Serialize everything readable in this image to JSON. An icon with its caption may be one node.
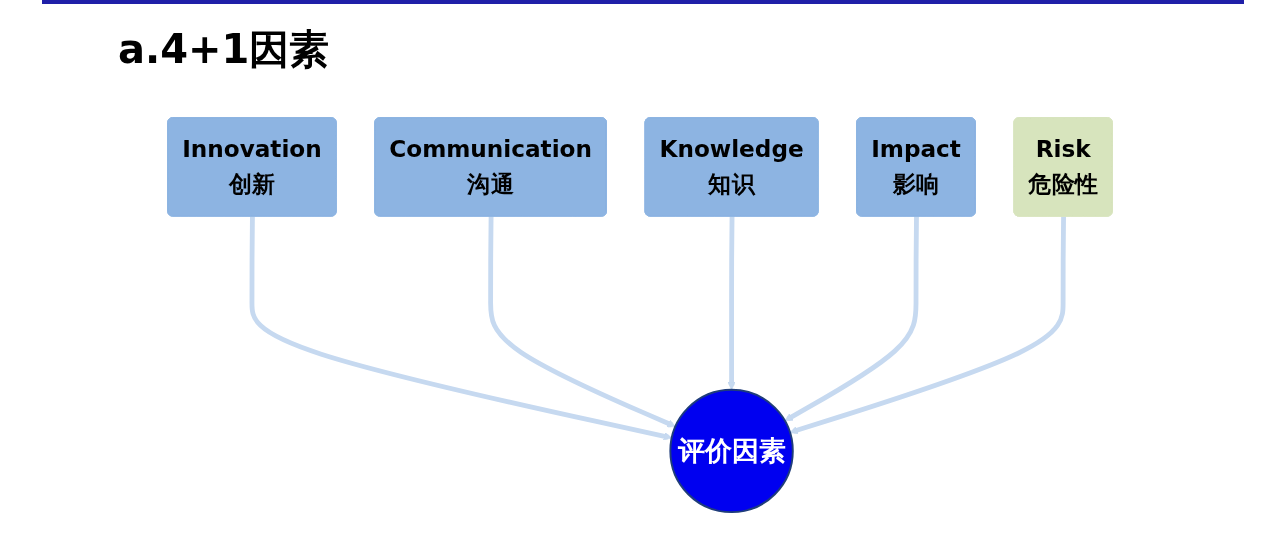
{
  "diagram": {
    "title": "a.4+1因素",
    "nodes": [
      {
        "text": [
          "Innovation",
          "创新"
        ]
      },
      {
        "text": [
          "Communication",
          "沟通"
        ]
      },
      {
        "text": [
          "Knowledge",
          "知识"
        ]
      },
      {
        "text": [
          "Impact",
          "影响"
        ]
      },
      {
        "text": [
          "评价因素"
        ]
      },
      {
        "text": [
          "Risk",
          "危险性"
        ]
      }
    ],
    "edges": [
      {
        "from": 0,
        "to": 4,
        "arrow": "to"
      },
      {
        "from": 1,
        "to": 4,
        "arrow": "to"
      },
      {
        "from": 2,
        "to": 4,
        "arrow": "to"
      },
      {
        "from": 3,
        "to": 4,
        "arrow": "to"
      },
      {
        "from": 5,
        "to": 4,
        "arrow": "to"
      }
    ]
  }
}
